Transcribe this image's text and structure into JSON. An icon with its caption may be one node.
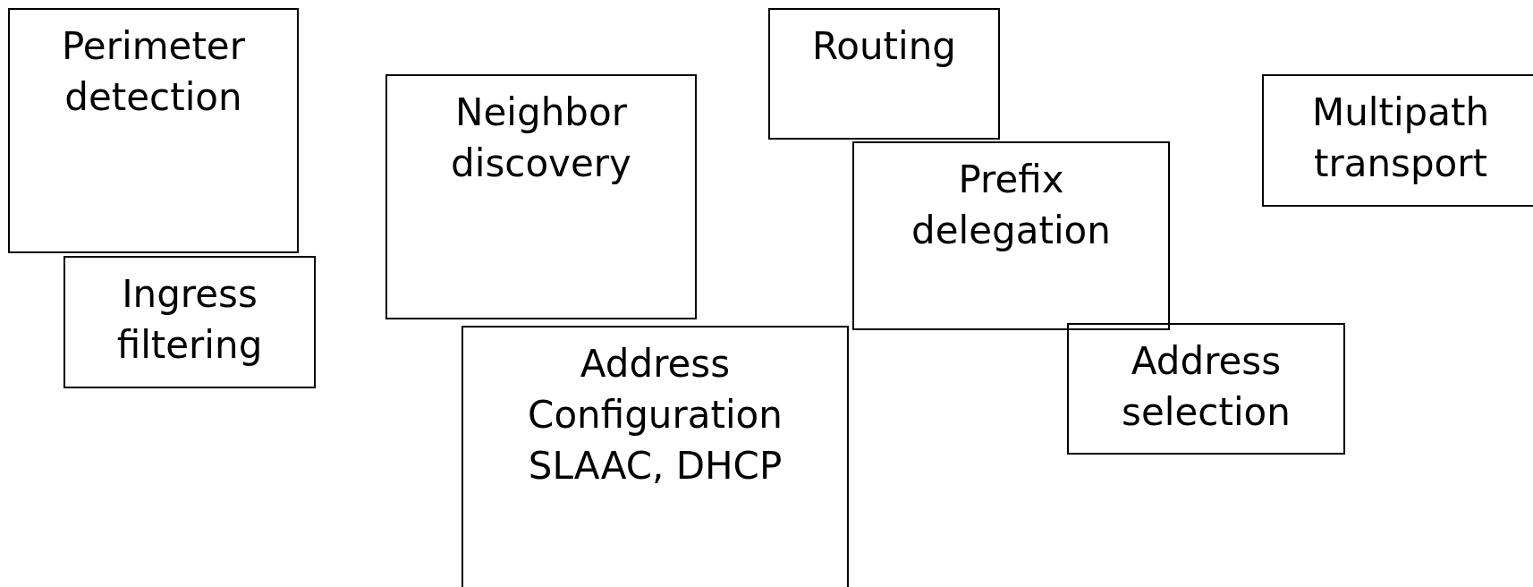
{
  "diagram": {
    "nodes": [
      {
        "text": [
          "Perimeter detection"
        ]
      },
      {
        "text": [
          "Ingress filtering"
        ]
      },
      {
        "text": [
          "Neighbor discovery"
        ]
      },
      {
        "text": [
          "Address Configuration SLAAC, DHCP"
        ]
      },
      {
        "text": [
          "Routing"
        ]
      },
      {
        "text": [
          "Prefix delegation"
        ]
      },
      {
        "text": [
          "Address selection"
        ]
      },
      {
        "text": [
          "Multipath transport"
        ]
      }
    ]
  }
}
